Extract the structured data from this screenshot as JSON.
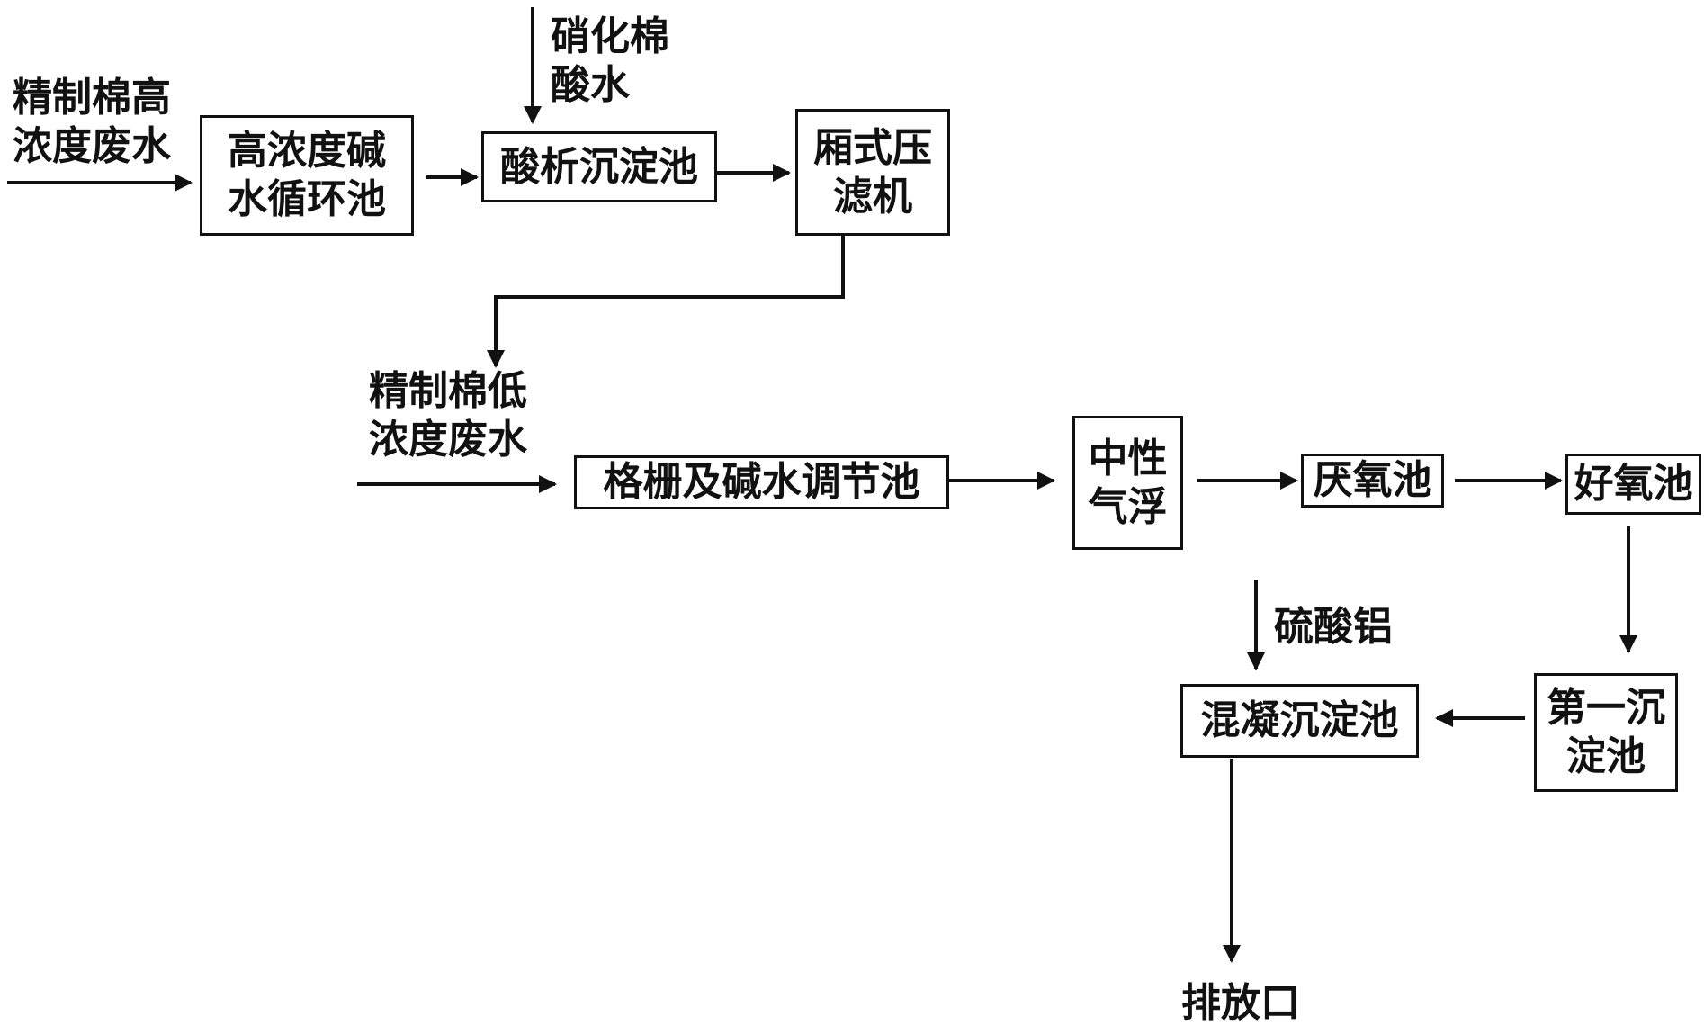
{
  "inputs": {
    "high_conc_wastewater": "精制棉高\n浓度废水",
    "nitrocellulose_acid_water": "硝化棉\n酸水",
    "low_conc_wastewater": "精制棉低\n浓度废水",
    "aluminium_sulfate": "硫酸铝"
  },
  "nodes": {
    "alkali_circulation_tank": "高浓度碱\n水循环池",
    "acid_precipitation_tank": "酸析沉淀池",
    "filter_press": "厢式压\n滤机",
    "grid_regulating_tank": "格栅及碱水调节池",
    "neutral_air_flotation": "中性\n气浮",
    "anaerobic_tank": "厌氧池",
    "aerobic_tank": "好氧池",
    "first_settling_tank": "第一沉\n淀池",
    "coagulation_tank": "混凝沉淀池"
  },
  "outputs": {
    "discharge_outlet": "排放口"
  },
  "colors": {
    "line": "#111111",
    "background": "#ffffff"
  }
}
